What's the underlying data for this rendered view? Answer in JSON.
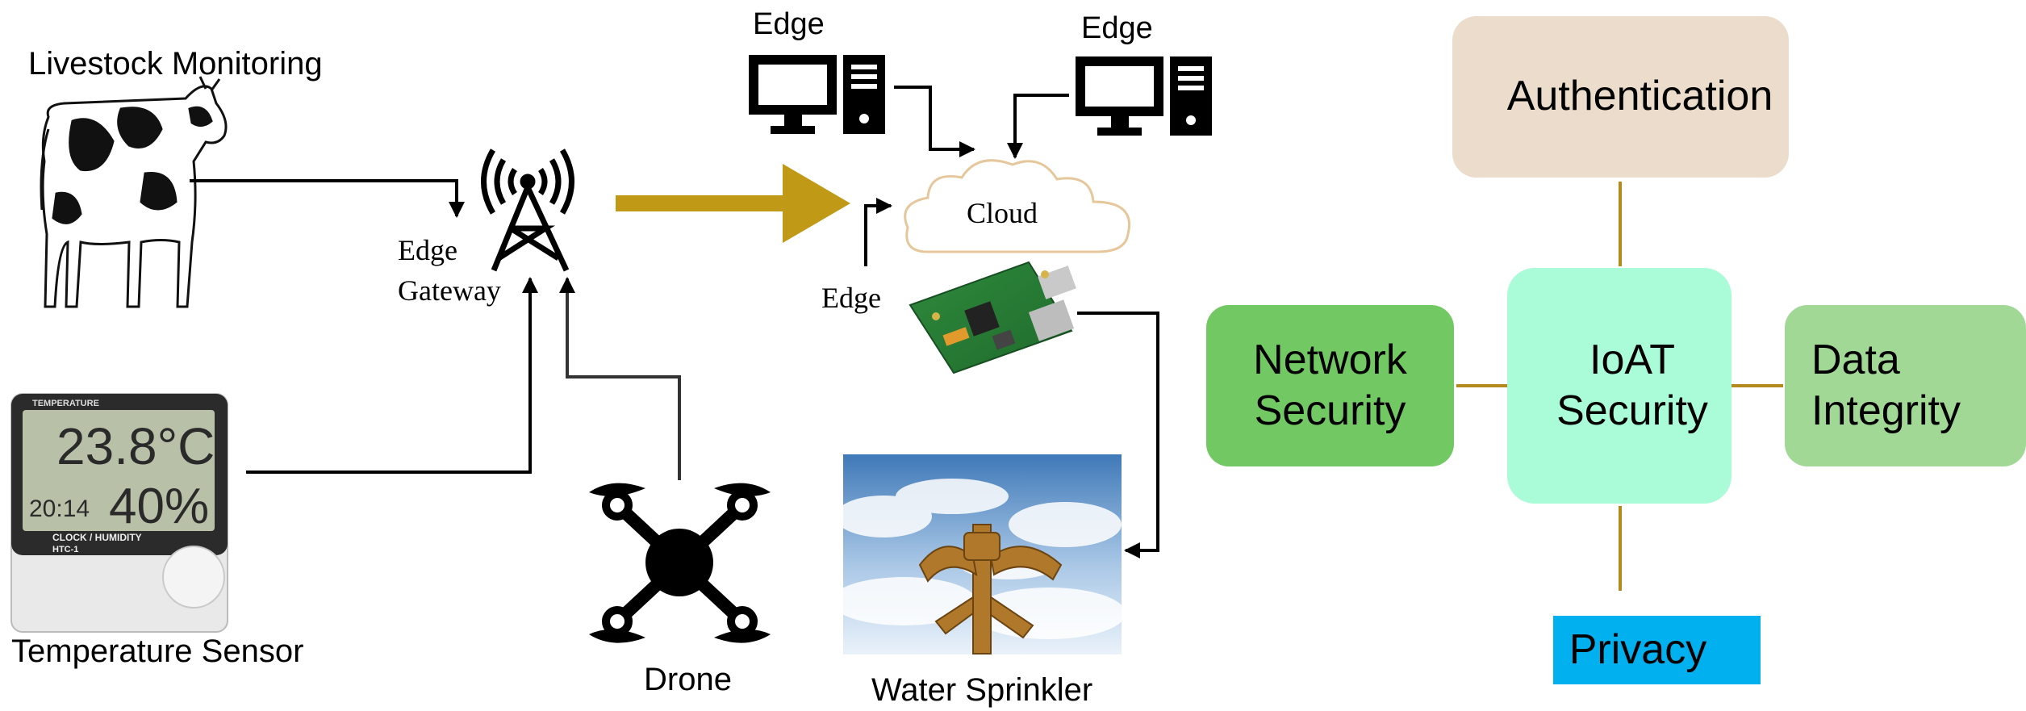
{
  "left_panel": {
    "livestock_label": "Livestock Monitoring",
    "temperature_label": "Temperature Sensor",
    "drone_label": "Drone",
    "gateway_label_line1": "Edge",
    "gateway_label_line2": "Gateway",
    "edge_top_left_label": "Edge",
    "edge_top_right_label": "Edge",
    "edge_device_label": "Edge",
    "cloud_label": "Cloud",
    "sprinkler_label": "Water Sprinkler",
    "thermometer_header": "TEMPERATURE",
    "thermometer_reading_top": "23.8°C",
    "thermometer_reading_bottom_left": "20:14",
    "thermometer_reading_bottom_right": "40%",
    "thermometer_caption": "CLOCK / HUMIDITY",
    "thermometer_model": "HTC-1"
  },
  "right_panel": {
    "center_line1": "IoAT",
    "center_line2": "Security",
    "top_label": "Authentication",
    "left_line1": "Network",
    "left_line2": "Security",
    "right_line1": "Data",
    "right_line2": "Integrity",
    "bottom_label": "Privacy"
  },
  "colors": {
    "authentication_fill": "#ecdccb",
    "network_security_fill": "#72c862",
    "center_fill": "#a9fcd7",
    "data_integrity_fill": "#a2d896",
    "privacy_fill": "#00b0ef",
    "connector": "#b58a1d",
    "big_arrow": "#c09a16",
    "cloud_stroke": "#e6c79c"
  }
}
